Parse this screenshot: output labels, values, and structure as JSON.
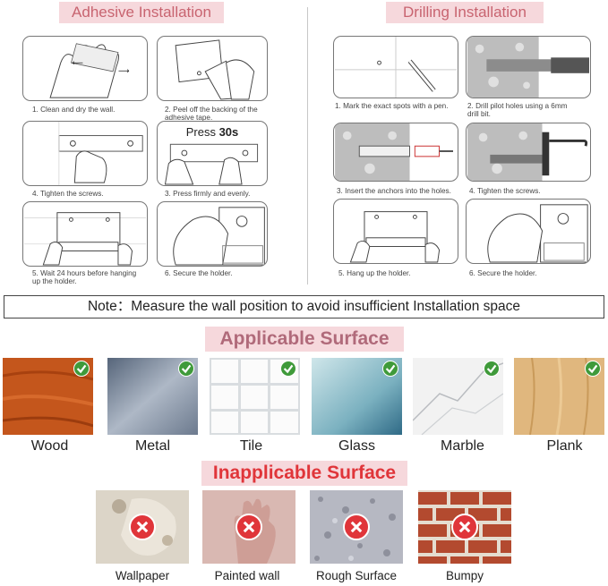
{
  "adhesive": {
    "title": "Adhesive Installation",
    "steps": [
      "1. Clean and dry the wall.",
      "2. Peel off the backing of the\nadhesive tape.",
      "4. Tighten the screws.",
      "3. Press firmly and evenly.",
      "5. Wait 24 hours before hanging\nup the holder.",
      "6. Secure the holder."
    ],
    "press_text": "Press",
    "press_time": "30s"
  },
  "drilling": {
    "title": "Drilling Installation",
    "steps": [
      "1. Mark the exact spots with a pen.",
      "2. Drill pilot holes using a 6mm\ndrill bit.",
      "3. Insert the anchors into the holes.",
      "4. Tighten the screws.",
      "5. Hang up the holder.",
      "6. Secure the holder."
    ]
  },
  "note": "Note：Measure the wall position to avoid insufficient Installation space",
  "applicable": {
    "title": "Applicable Surface",
    "title_color": "#b06a7a",
    "check_color": "#3f9a3a",
    "items": [
      "Wood",
      "Metal",
      "Tile",
      "Glass",
      "Marble",
      "Plank"
    ]
  },
  "inapplicable": {
    "title": "Inapplicable Surface",
    "title_color": "#e0353a",
    "cross_color": "#e0353a",
    "items": [
      "Wallpaper",
      "Painted wall",
      "Rough Surface",
      "Bumpy"
    ]
  }
}
